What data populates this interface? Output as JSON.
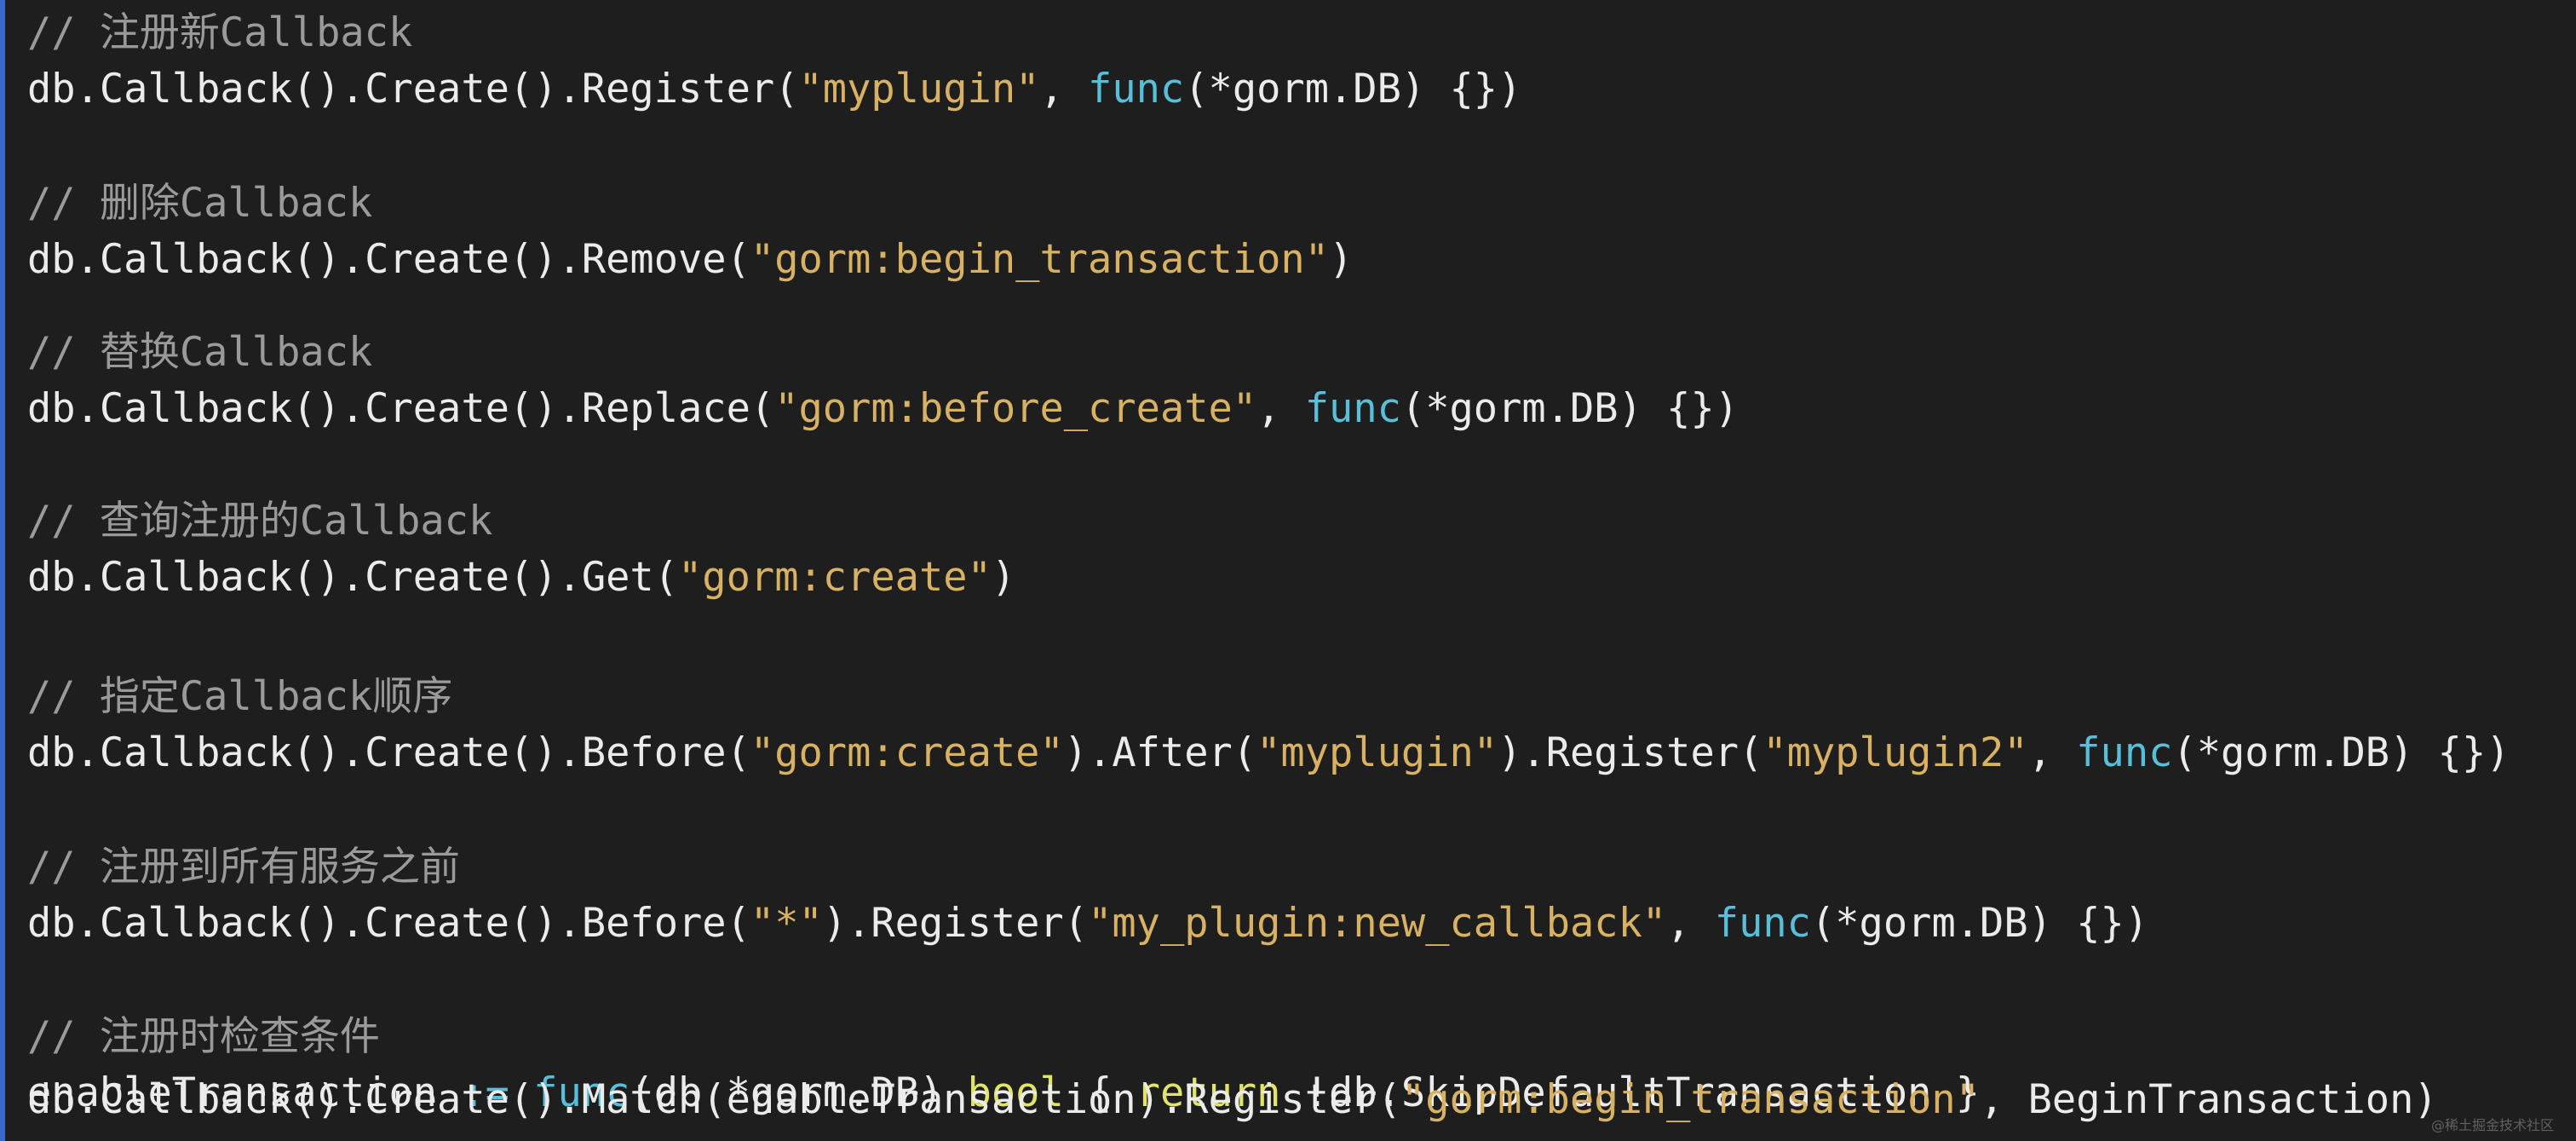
{
  "code": {
    "lines": [
      {
        "tokens": [
          {
            "t": "// 注册新Callback",
            "k": "comment"
          }
        ]
      },
      {
        "tokens": [
          {
            "t": "db.Callback().Create().Register(",
            "k": "plain"
          },
          {
            "t": "\"myplugin\"",
            "k": "string"
          },
          {
            "t": ", ",
            "k": "plain"
          },
          {
            "t": "func",
            "k": "keyword"
          },
          {
            "t": "(*gorm.DB) {})",
            "k": "plain"
          }
        ]
      },
      {
        "tokens": [
          {
            "t": "// 删除Callback",
            "k": "comment"
          }
        ]
      },
      {
        "tokens": [
          {
            "t": "db.Callback().Create().Remove(",
            "k": "plain"
          },
          {
            "t": "\"gorm:begin_transaction\"",
            "k": "string"
          },
          {
            "t": ")",
            "k": "plain"
          }
        ]
      },
      {
        "tokens": [
          {
            "t": "// 替换Callback",
            "k": "comment"
          }
        ]
      },
      {
        "tokens": [
          {
            "t": "db.Callback().Create().Replace(",
            "k": "plain"
          },
          {
            "t": "\"gorm:before_create\"",
            "k": "string"
          },
          {
            "t": ", ",
            "k": "plain"
          },
          {
            "t": "func",
            "k": "keyword"
          },
          {
            "t": "(*gorm.DB) {})",
            "k": "plain"
          }
        ]
      },
      {
        "tokens": [
          {
            "t": "// 查询注册的Callback",
            "k": "comment"
          }
        ]
      },
      {
        "tokens": [
          {
            "t": "db.Callback().Create().Get(",
            "k": "plain"
          },
          {
            "t": "\"gorm:create\"",
            "k": "string"
          },
          {
            "t": ")",
            "k": "plain"
          }
        ]
      },
      {
        "tokens": [
          {
            "t": "// 指定Callback顺序",
            "k": "comment"
          }
        ]
      },
      {
        "tokens": [
          {
            "t": "db.Callback().Create().Before(",
            "k": "plain"
          },
          {
            "t": "\"gorm:create\"",
            "k": "string"
          },
          {
            "t": ").After(",
            "k": "plain"
          },
          {
            "t": "\"myplugin\"",
            "k": "string"
          },
          {
            "t": ").Register(",
            "k": "plain"
          },
          {
            "t": "\"myplugin2\"",
            "k": "string"
          },
          {
            "t": ", ",
            "k": "plain"
          },
          {
            "t": "func",
            "k": "keyword"
          },
          {
            "t": "(*gorm.DB) {})",
            "k": "plain"
          }
        ]
      },
      {
        "tokens": [
          {
            "t": "// 注册到所有服务之前",
            "k": "comment"
          }
        ]
      },
      {
        "tokens": [
          {
            "t": "db.Callback().Create().Before(",
            "k": "plain"
          },
          {
            "t": "\"*\"",
            "k": "string"
          },
          {
            "t": ").Register(",
            "k": "plain"
          },
          {
            "t": "\"my_plugin:new_callback\"",
            "k": "string"
          },
          {
            "t": ", ",
            "k": "plain"
          },
          {
            "t": "func",
            "k": "keyword"
          },
          {
            "t": "(*gorm.DB) {})",
            "k": "plain"
          }
        ]
      },
      {
        "tokens": [
          {
            "t": "// 注册时检查条件",
            "k": "comment"
          }
        ]
      },
      {
        "tokens": [
          {
            "t": "enableTransaction ",
            "k": "plain"
          },
          {
            "t": ":=",
            "k": "op"
          },
          {
            "t": " ",
            "k": "plain"
          },
          {
            "t": "func",
            "k": "keyword"
          },
          {
            "t": "(db *gorm.DB) ",
            "k": "plain"
          },
          {
            "t": "bool",
            "k": "type"
          },
          {
            "t": " { ",
            "k": "plain"
          },
          {
            "t": "return",
            "k": "type"
          },
          {
            "t": " !db.SkipDefaultTransaction }",
            "k": "plain"
          }
        ]
      },
      {
        "tokens": [
          {
            "t": "db.Callback().Create().Match(enableTransaction).Register(",
            "k": "plain"
          },
          {
            "t": "\"gorm:begin_transaction\"",
            "k": "string"
          },
          {
            "t": ", BeginTransaction)",
            "k": "plain"
          }
        ]
      }
    ]
  },
  "watermark": "@稀土掘金技术社区",
  "colors": {
    "background": "#1e1e1f",
    "comment": "#9a9a9a",
    "plain": "#ebebeb",
    "string": "#d8b262",
    "keyword": "#57bfd8",
    "type": "#e2e36a",
    "accent_bar": "#3b68c9"
  }
}
